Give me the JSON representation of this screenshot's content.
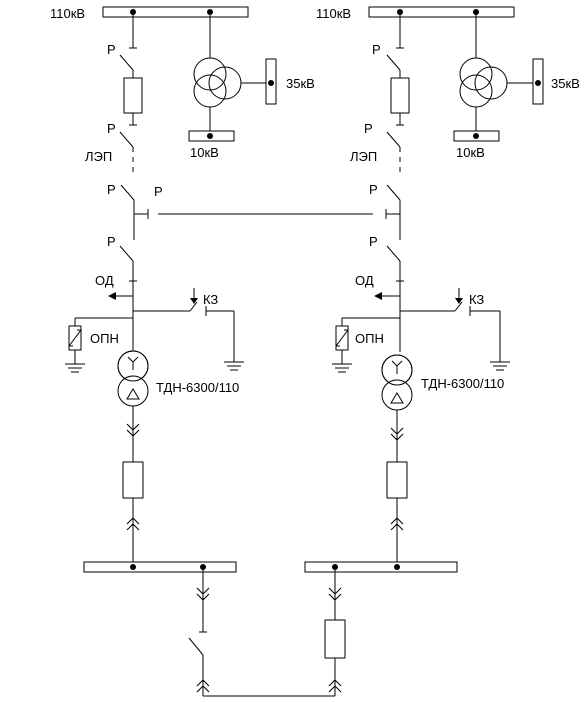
{
  "labels": {
    "bus_110": "110кВ",
    "bus_35": "35кВ",
    "bus_10": "10кВ",
    "disconnector": "Р",
    "line": "ЛЭП",
    "separator": "ОД",
    "short_circuiter": "КЗ",
    "arrester": "ОПН",
    "transformer": "ТДН-6300/110"
  }
}
